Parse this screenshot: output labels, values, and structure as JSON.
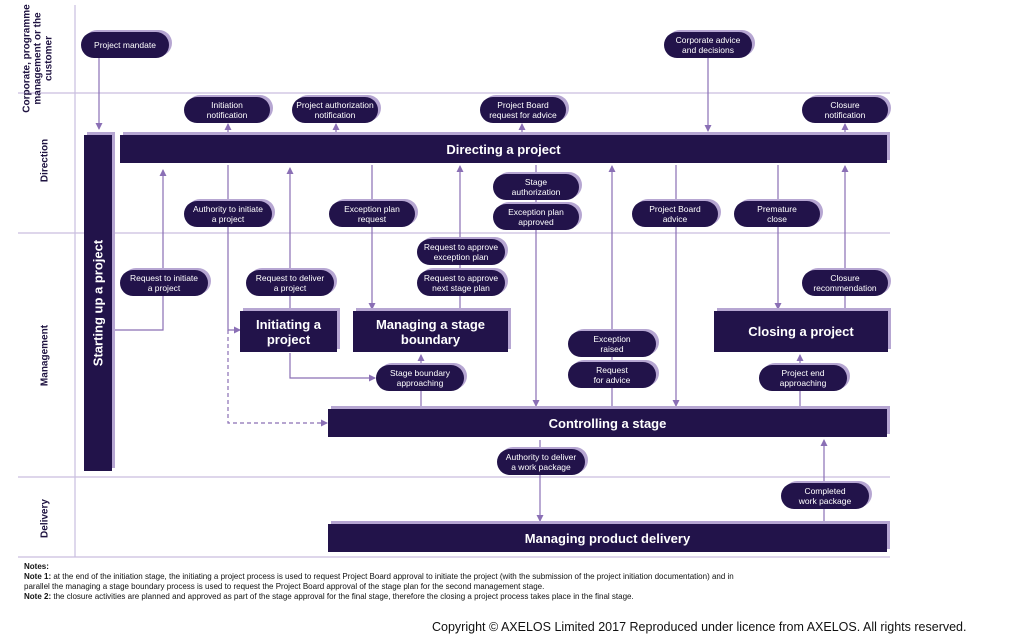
{
  "lanes": [
    {
      "id": "corporate",
      "label": "Corporate, programme management or the customer"
    },
    {
      "id": "direction",
      "label": "Direction"
    },
    {
      "id": "management",
      "label": "Management"
    },
    {
      "id": "delivery",
      "label": "Delivery"
    }
  ],
  "processes": {
    "directing": "Directing a project",
    "starting_up": "Starting up a project",
    "initiating": "Initiating a project",
    "stage_boundary": "Managing a stage boundary",
    "closing": "Closing a project",
    "controlling": "Controlling a stage",
    "delivery": "Managing product delivery"
  },
  "events": {
    "project_mandate": "Project mandate",
    "corporate_advice": "Corporate advice and decisions",
    "initiation_notification": "Initiation notification",
    "project_authorization_notification": "Project authorization notification",
    "board_request_advice": "Project Board request for advice",
    "closure_notification": "Closure notification",
    "stage_authorization": "Stage authorization",
    "exception_plan_approved": "Exception plan approved",
    "authority_initiate": "Authority to initiate a project",
    "exception_plan_request": "Exception plan request",
    "board_advice": "Project Board advice",
    "premature_close": "Premature close",
    "request_approve_exception": "Request to approve exception plan",
    "request_approve_next_stage": "Request to approve next stage plan",
    "request_initiate": "Request to initiate a project",
    "request_deliver": "Request to deliver a project",
    "closure_recommendation": "Closure recommendation",
    "exception_raised": "Exception raised",
    "request_for_advice": "Request for advice",
    "stage_boundary_approaching": "Stage boundary approaching",
    "project_end_approaching": "Project end approaching",
    "authority_deliver_wp": "Authority to deliver a work package",
    "completed_wp": "Completed work package"
  },
  "notes": {
    "heading": "Notes:",
    "note1_label": "Note 1:",
    "note1_text": "at the end of the initiation stage, the initiating a project process is used to request Project Board approval to initiate the project (with the submission of the project initiation documentation) and in parallel the managing a stage boundary process is used to request the Project Board approval of the stage plan for the second management stage.",
    "note2_label": "Note 2:",
    "note2_text": "the closure activities are planned and approved as part of the stage approval for the final stage, therefore the closing a project process takes place in the final stage."
  },
  "copyright": "Copyright © AXELOS Limited 2017 Reproduced under licence from AXELOS. All rights reserved.",
  "colors": {
    "process": "#22134a",
    "shadow": "#b6a6d2",
    "line": "#8a6fb5"
  }
}
